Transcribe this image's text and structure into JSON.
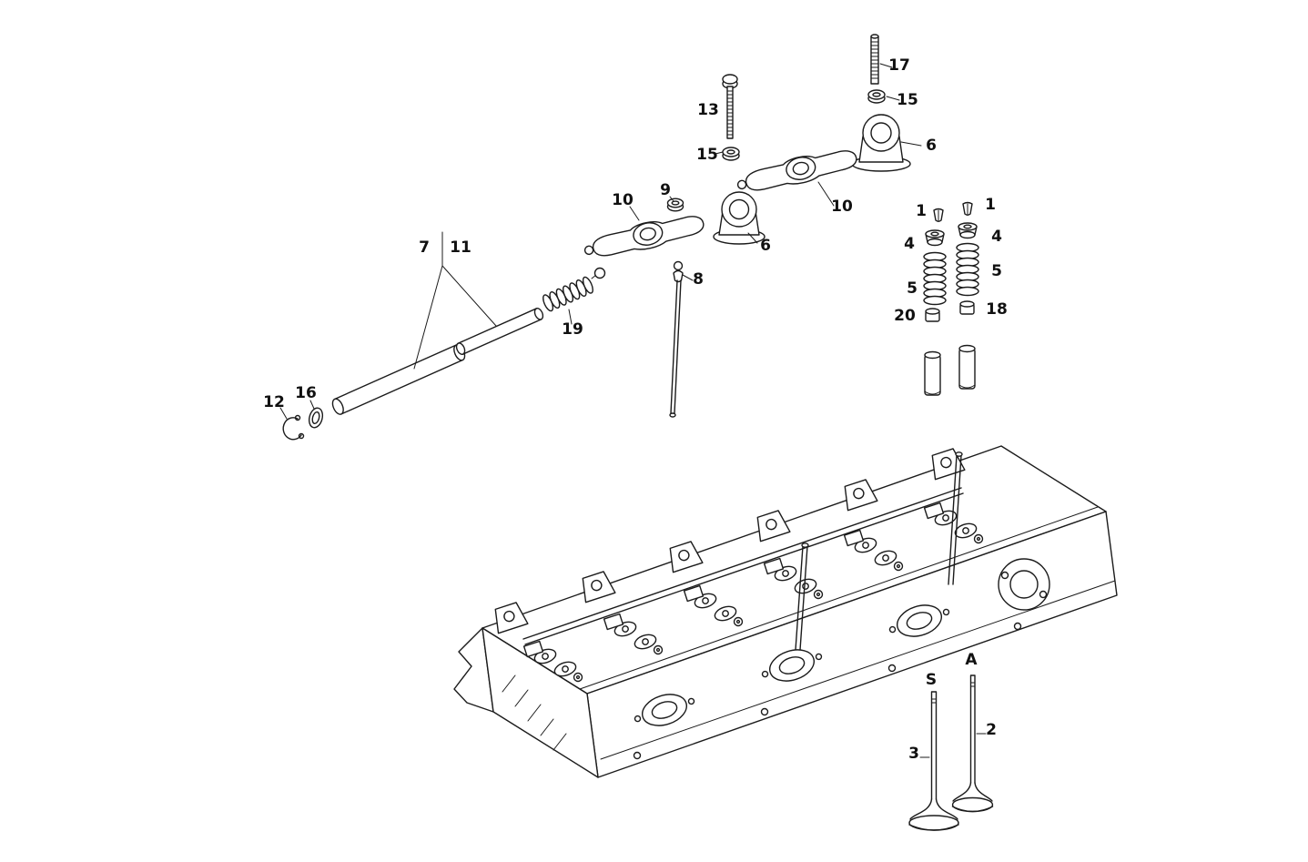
{
  "app": {
    "kind": "exploded-parts-diagram",
    "background": "#ffffff",
    "line_color": "#1b1b1b",
    "label_color": "#111111"
  },
  "diagram": {
    "callouts": {
      "c17": "17",
      "c15_top": "15",
      "c6_right": "6",
      "c13": "13",
      "c15_left": "15",
      "c10_right": "10",
      "c9": "9",
      "c10_left": "10",
      "c6_left": "6",
      "c8": "8",
      "c1_left": "1",
      "c4_left": "4",
      "c5_left": "5",
      "c20": "20",
      "c1_right": "1",
      "c4_right": "4",
      "c5_right": "5",
      "c18": "18",
      "c7": "7",
      "c11": "11",
      "c19": "19",
      "c12": "12",
      "c16": "16",
      "c3": "3",
      "c2": "2",
      "valve_marker_s": "S",
      "valve_marker_a": "A"
    }
  }
}
